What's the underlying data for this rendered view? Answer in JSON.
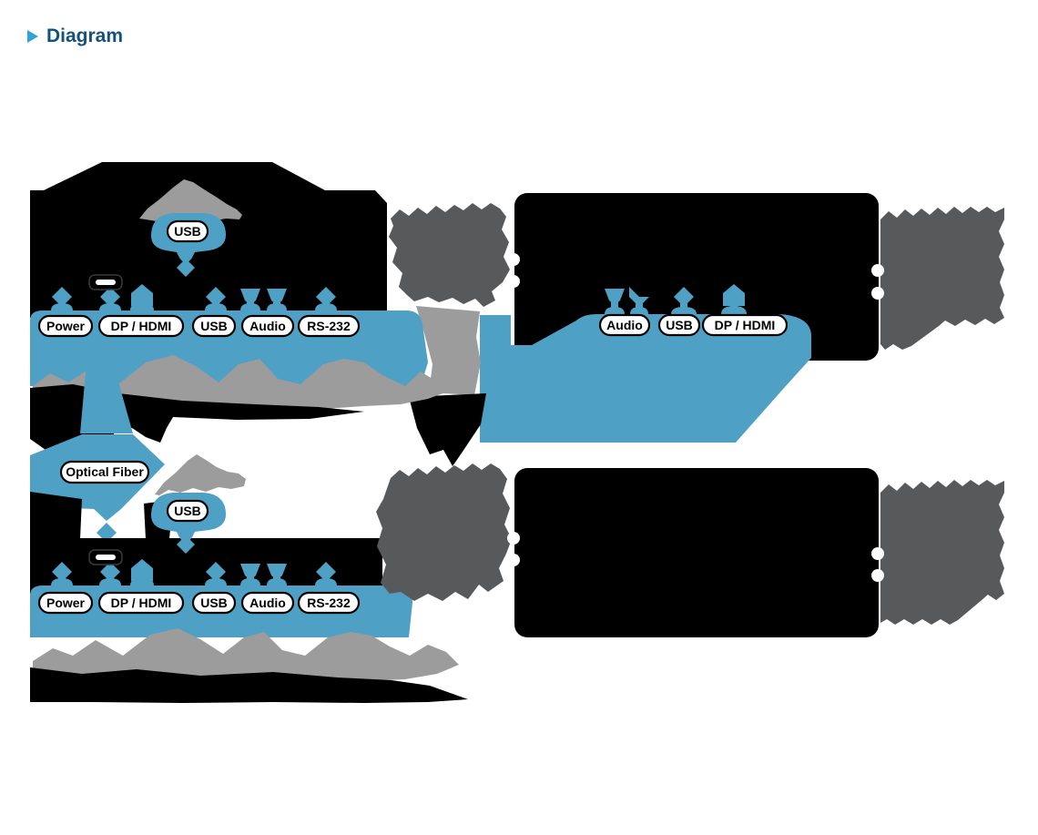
{
  "page": {
    "title": "Diagram"
  },
  "colors": {
    "blue": "#4FA0C5",
    "light_grey": "#9C9C9C",
    "dark_grey": "#58595B",
    "black": "#000000",
    "heading_text": "#14527E",
    "heading_arrow": "#2FA2D9"
  },
  "diagram": {
    "upper": {
      "peripheral_port": "USB",
      "source_ports": [
        "Power",
        "DP / HDMI",
        "USB",
        "Audio",
        "RS-232"
      ],
      "display_ports": [
        "Audio",
        "USB",
        "DP / HDMI"
      ]
    },
    "lower": {
      "peripheral_port": "USB",
      "link_label": "Optical Fiber",
      "source_ports": [
        "Power",
        "DP / HDMI",
        "USB",
        "Audio",
        "RS-232"
      ]
    }
  }
}
